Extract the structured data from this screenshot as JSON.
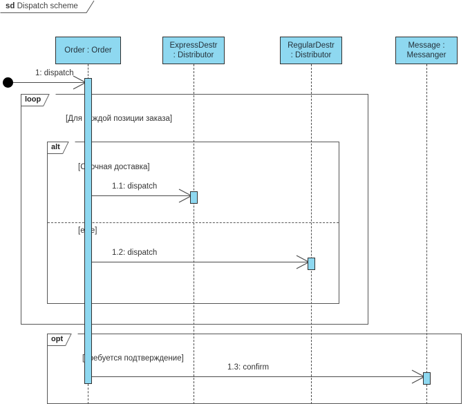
{
  "diagram": {
    "kind_label": "sd",
    "title": "Dispatch scheme",
    "colors": {
      "lifeline_fill": "#8ed8f0",
      "lifeline_border": "#2f2f2f",
      "frame_border": "#555555",
      "line": "#4a4a4a",
      "text": "#333333",
      "background": "#ffffff"
    }
  },
  "lifelines": [
    {
      "id": "order",
      "line1": "Order : Order",
      "line2": ""
    },
    {
      "id": "express",
      "line1": "ExpressDestr",
      "line2": ": Distributor"
    },
    {
      "id": "regular",
      "line1": "RegularDestr",
      "line2": ": Distributor"
    },
    {
      "id": "message",
      "line1": "Message :",
      "line2": "Messanger"
    }
  ],
  "fragments": [
    {
      "id": "loop",
      "operator": "loop",
      "guard": "[Для каждой позиции заказа]"
    },
    {
      "id": "alt",
      "operator": "alt",
      "guard": "[Срочная доставка]",
      "else_guard": "[else]"
    },
    {
      "id": "opt",
      "operator": "opt",
      "guard": "[Требуется подтверждение]"
    }
  ],
  "messages": [
    {
      "id": "m1",
      "label": "1: dispatch",
      "from": "found",
      "to": "order"
    },
    {
      "id": "m11",
      "label": "1.1: dispatch",
      "from": "order",
      "to": "express"
    },
    {
      "id": "m12",
      "label": "1.2: dispatch",
      "from": "order",
      "to": "regular"
    },
    {
      "id": "m13",
      "label": "1.3: confirm",
      "from": "order",
      "to": "message"
    }
  ]
}
